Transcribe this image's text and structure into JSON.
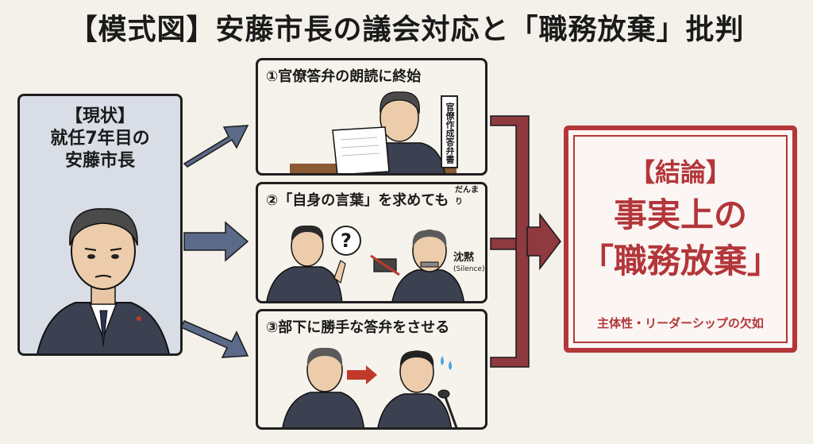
{
  "title": "【模式図】安藤市長の議会対応と「職務放棄」批判",
  "status": {
    "line1": "【現状】",
    "line2": "就任7年目の",
    "line3": "安藤市長"
  },
  "steps": [
    {
      "title": "①官僚答弁の朗読に終始",
      "label": "官僚作成答弁書"
    },
    {
      "title": "②「自身の言葉」を求めても",
      "ruby": "だんまり",
      "question": "?",
      "silence_jp": "沈黙",
      "silence_en": "(Silence)"
    },
    {
      "title": "③部下に勝手な答弁をさせる"
    }
  ],
  "conclusion": {
    "heading": "【結論】",
    "line1": "事実上の",
    "line2": "「職務放棄」",
    "sub": "主体性・リーダーシップの欠如"
  },
  "colors": {
    "arrow_blue": "#5b6a88",
    "arrow_red": "#8e3a3f",
    "accent_red": "#b3363a",
    "panel_blue": "#d9dde6"
  }
}
